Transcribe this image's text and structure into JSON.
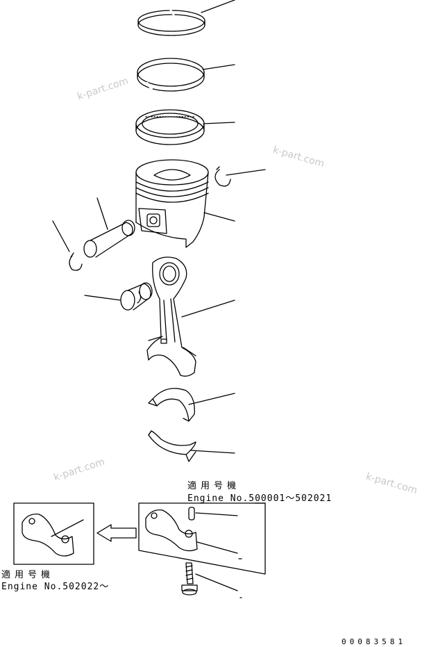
{
  "watermark": "k-part.com",
  "applicable_left": {
    "title": "適用号機",
    "engine": "Engine No.502022～"
  },
  "applicable_right": {
    "title": "適用号機",
    "engine": "Engine No.500001～502021"
  },
  "doc_number": "00083581",
  "parts": [
    "top-compression-ring",
    "second-compression-ring",
    "oil-ring",
    "piston",
    "snap-ring",
    "piston-pin",
    "small-end-bushing",
    "connecting-rod",
    "upper-bearing-shell",
    "lower-bearing-shell",
    "dowel-pin",
    "cap-bolt",
    "connecting-rod-cap"
  ]
}
